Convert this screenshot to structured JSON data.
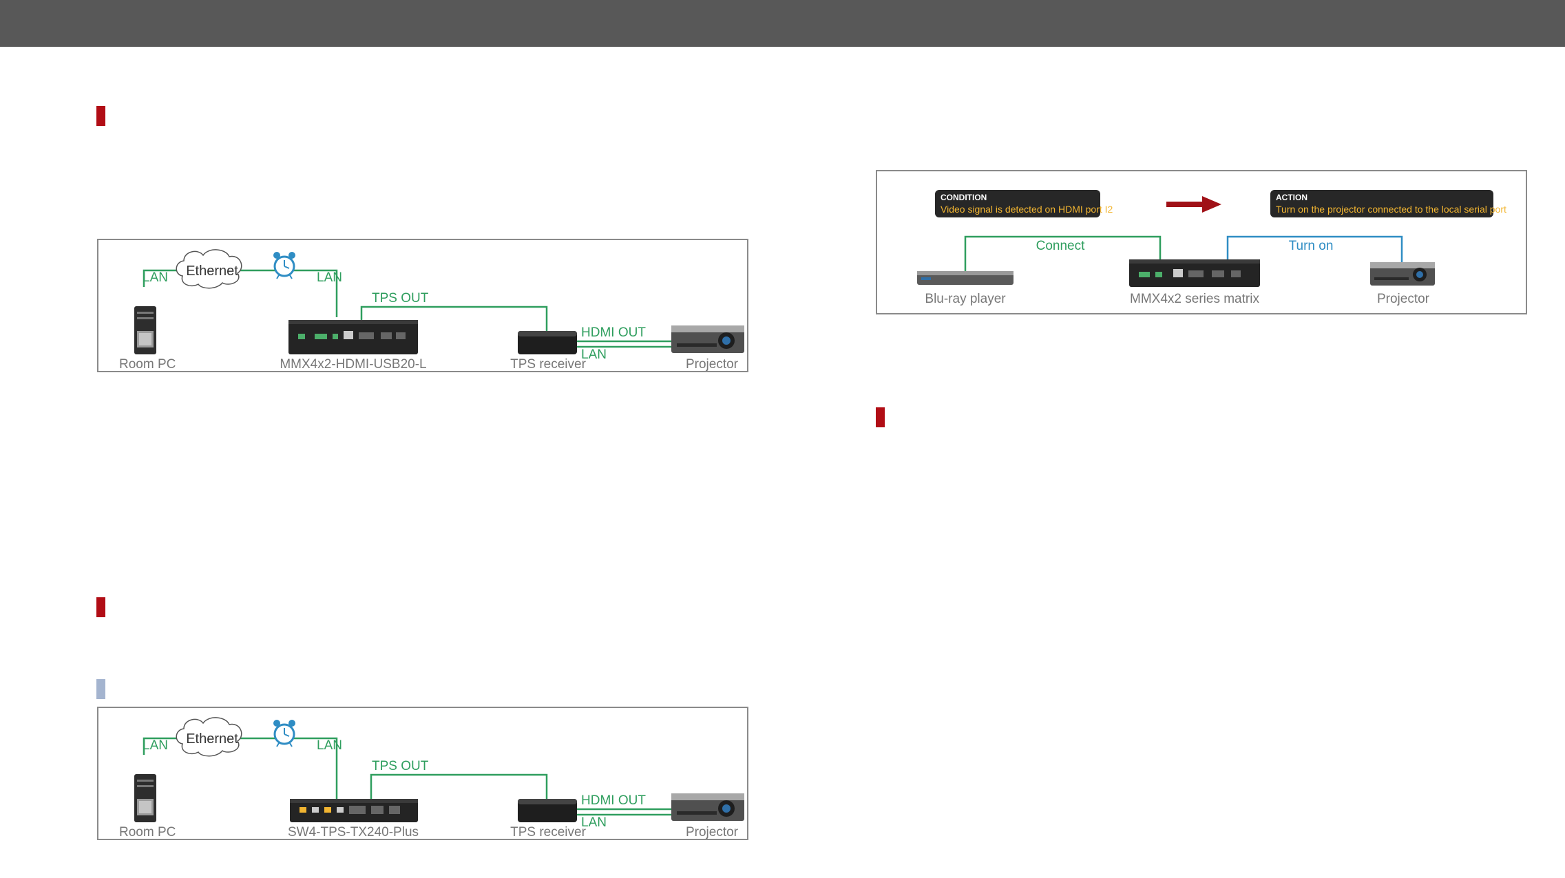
{
  "diagram1": {
    "labels": {
      "lan_left": "LAN",
      "ethernet": "Ethernet",
      "lan_right": "LAN",
      "tps_out": "TPS OUT",
      "hdmi_out": "HDMI OUT",
      "lan_bottom": "LAN",
      "room_pc": "Room PC",
      "device": "MMX4x2-HDMI-USB20-L",
      "tps_receiver": "TPS receiver",
      "projector": "Projector"
    }
  },
  "diagram2": {
    "condition": {
      "title": "CONDITION",
      "text": "Video signal is detected on HDMI port I2"
    },
    "action": {
      "title": "ACTION",
      "text": "Turn on the projector connected to the local serial port"
    },
    "labels": {
      "connect": "Connect",
      "turn_on": "Turn on",
      "bluray": "Blu-ray player",
      "matrix": "MMX4x2 series matrix",
      "projector": "Projector"
    }
  },
  "diagram3": {
    "labels": {
      "lan_left": "LAN",
      "ethernet": "Ethernet",
      "lan_right": "LAN",
      "tps_out": "TPS OUT",
      "hdmi_out": "HDMI OUT",
      "lan_bottom": "LAN",
      "room_pc": "Room PC",
      "device": "SW4-TPS-TX240-Plus",
      "tps_receiver": "TPS receiver",
      "projector": "Projector"
    }
  },
  "colors": {
    "header": "#585858",
    "accent_red": "#b10d15",
    "accent_light": "#a4b4cf",
    "line_green": "#2f9e5e",
    "line_blue": "#2f8dc4",
    "callout_text": "#f2b531"
  },
  "icons": [
    "alarm-clock-icon",
    "ethernet-cloud-icon",
    "pc-tower-icon",
    "matrix-device-icon",
    "tps-receiver-icon",
    "projector-icon",
    "bluray-player-icon",
    "arrow-right-icon"
  ]
}
